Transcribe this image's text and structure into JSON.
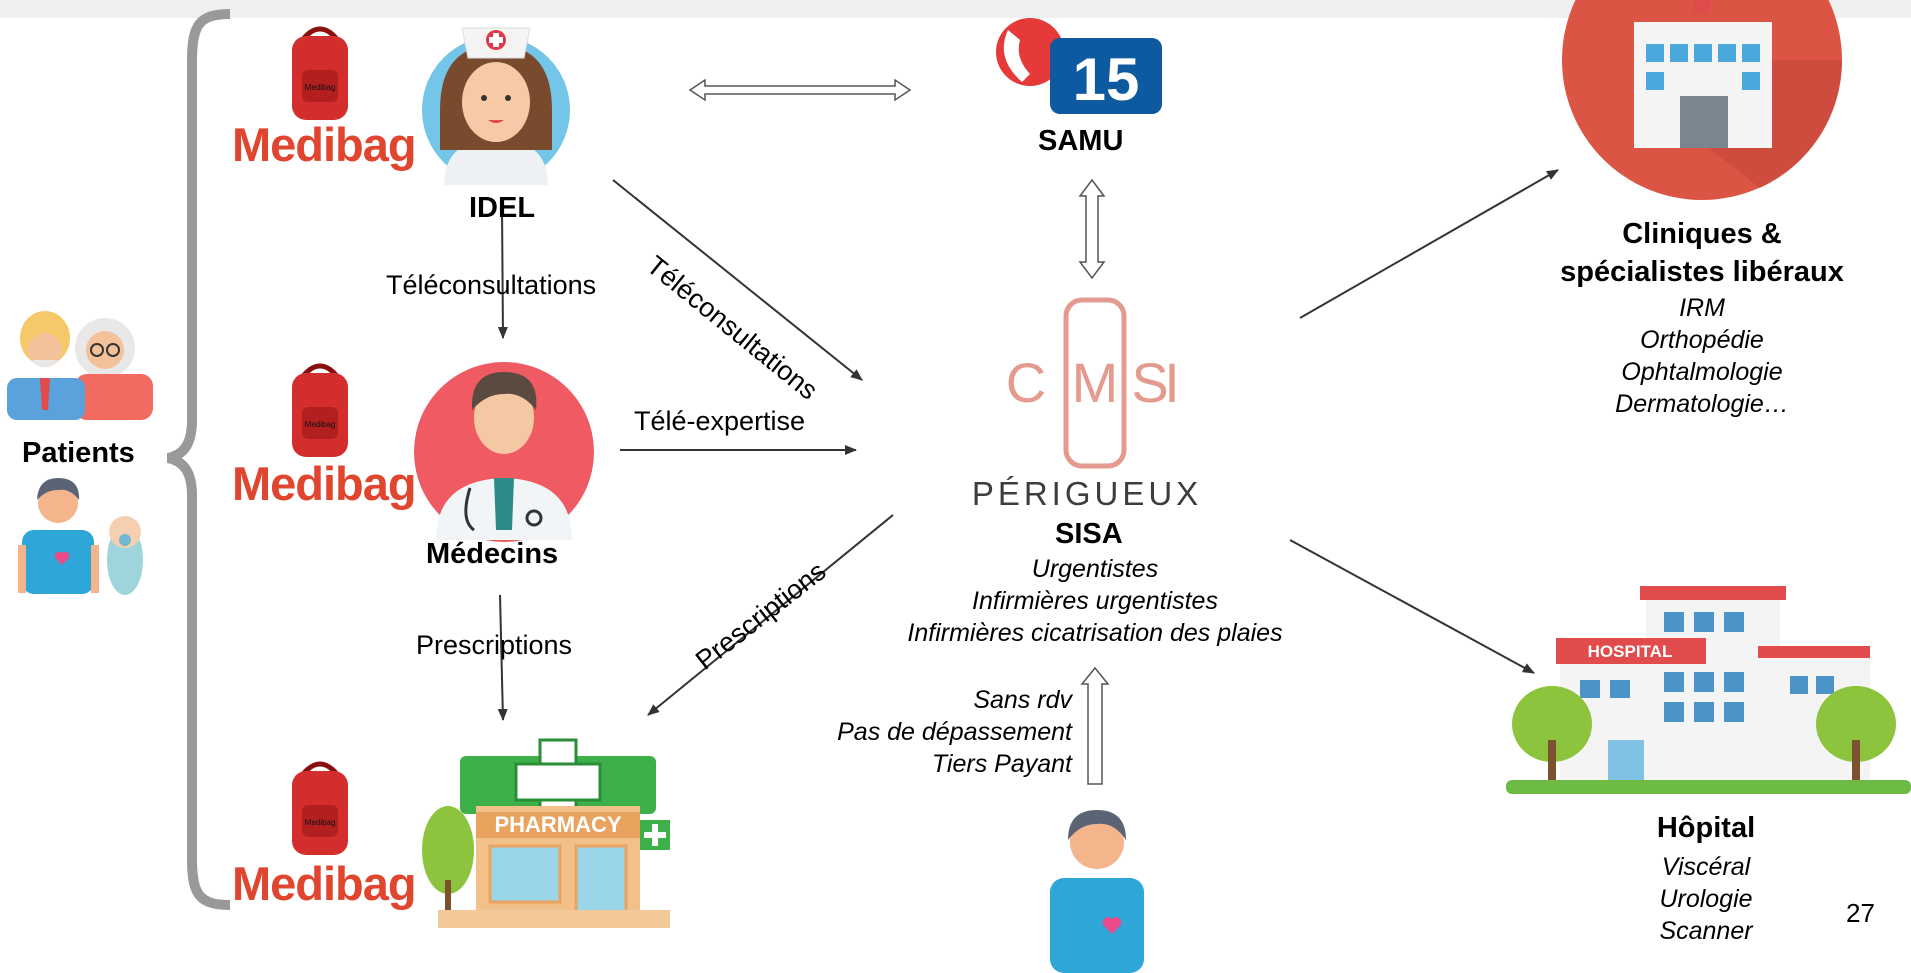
{
  "page_number": "27",
  "patients": {
    "label": "Patients"
  },
  "medibag": {
    "label": "Medibag",
    "bag_text": "Medibag"
  },
  "idel": {
    "label": "IDEL"
  },
  "medecins": {
    "label": "Médecins"
  },
  "samu": {
    "label": "SAMU",
    "badge": "15"
  },
  "cmsi": {
    "logo_c": "C",
    "logo_m": "M",
    "logo_s": "S",
    "logo_i": "I",
    "logo_city": "PÉRIGUEUX",
    "label": "SISA",
    "roles": [
      "Urgentistes",
      "Infirmières urgentistes",
      "Infirmières cicatrisation des plaies"
    ]
  },
  "pharmacy": {
    "sign": "PHARMACY"
  },
  "walkin": {
    "conditions": [
      "Sans rdv",
      "Pas de dépassement",
      "Tiers Payant"
    ]
  },
  "cliniques": {
    "title_line1": "Cliniques &",
    "title_line2": "spécialistes libéraux",
    "specialties": [
      "IRM",
      "Orthopédie",
      "Ophtalmologie",
      "Dermatologie…"
    ]
  },
  "hopital": {
    "sign": "HOSPITAL",
    "label": "Hôpital",
    "specialties": [
      "Viscéral",
      "Urologie",
      "Scanner"
    ]
  },
  "flows": {
    "idel_to_medecins": "Téléconsultations",
    "idel_to_cmsi": "Téléconsultations",
    "medecins_to_cmsi": "Télé-expertise",
    "medecins_to_pharmacy": "Prescriptions",
    "cmsi_to_pharmacy": "Prescriptions"
  },
  "colors": {
    "medibag_red": "#e0452f",
    "nurse_circle": "#74c6e8",
    "doctor_circle": "#ef5a63",
    "clinic_circle": "#dc5443",
    "cmsi_orange": "#e49a8e",
    "samu_blue": "#0d5aa0",
    "pharmacy_green": "#3db04a"
  }
}
